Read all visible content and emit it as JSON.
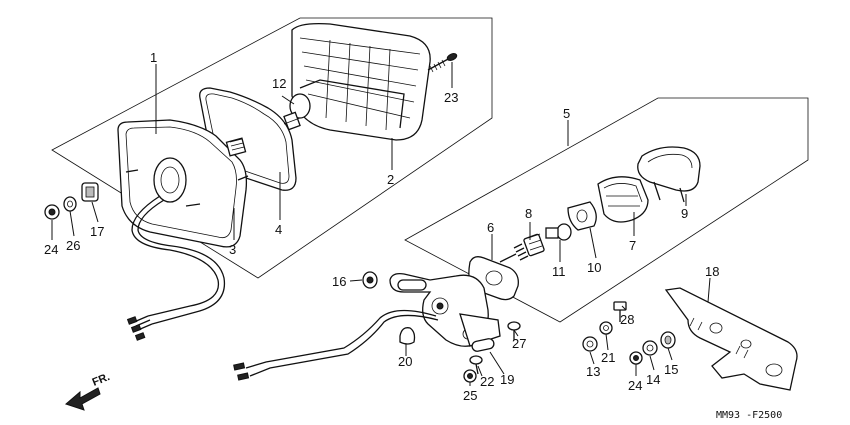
{
  "callouts": [
    {
      "id": "c1",
      "text": "1"
    },
    {
      "id": "c2",
      "text": "2"
    },
    {
      "id": "c3",
      "text": "3"
    },
    {
      "id": "c4",
      "text": "4"
    },
    {
      "id": "c5",
      "text": "5"
    },
    {
      "id": "c6",
      "text": "6"
    },
    {
      "id": "c7",
      "text": "7"
    },
    {
      "id": "c8",
      "text": "8"
    },
    {
      "id": "c9",
      "text": "9"
    },
    {
      "id": "c10",
      "text": "10"
    },
    {
      "id": "c11",
      "text": "11"
    },
    {
      "id": "c12",
      "text": "12"
    },
    {
      "id": "c13",
      "text": "13"
    },
    {
      "id": "c14",
      "text": "14"
    },
    {
      "id": "c15",
      "text": "15"
    },
    {
      "id": "c16",
      "text": "16"
    },
    {
      "id": "c17",
      "text": "17"
    },
    {
      "id": "c18",
      "text": "18"
    },
    {
      "id": "c19",
      "text": "19"
    },
    {
      "id": "c20",
      "text": "20"
    },
    {
      "id": "c21",
      "text": "21"
    },
    {
      "id": "c22",
      "text": "22"
    },
    {
      "id": "c23",
      "text": "23"
    },
    {
      "id": "c24a",
      "text": "24"
    },
    {
      "id": "c24b",
      "text": "24"
    },
    {
      "id": "c25",
      "text": "25"
    },
    {
      "id": "c26",
      "text": "26"
    },
    {
      "id": "c27",
      "text": "27"
    },
    {
      "id": "c28",
      "text": "28"
    }
  ],
  "front_label": "FR.",
  "diagram_code": "MM93 -F2500"
}
